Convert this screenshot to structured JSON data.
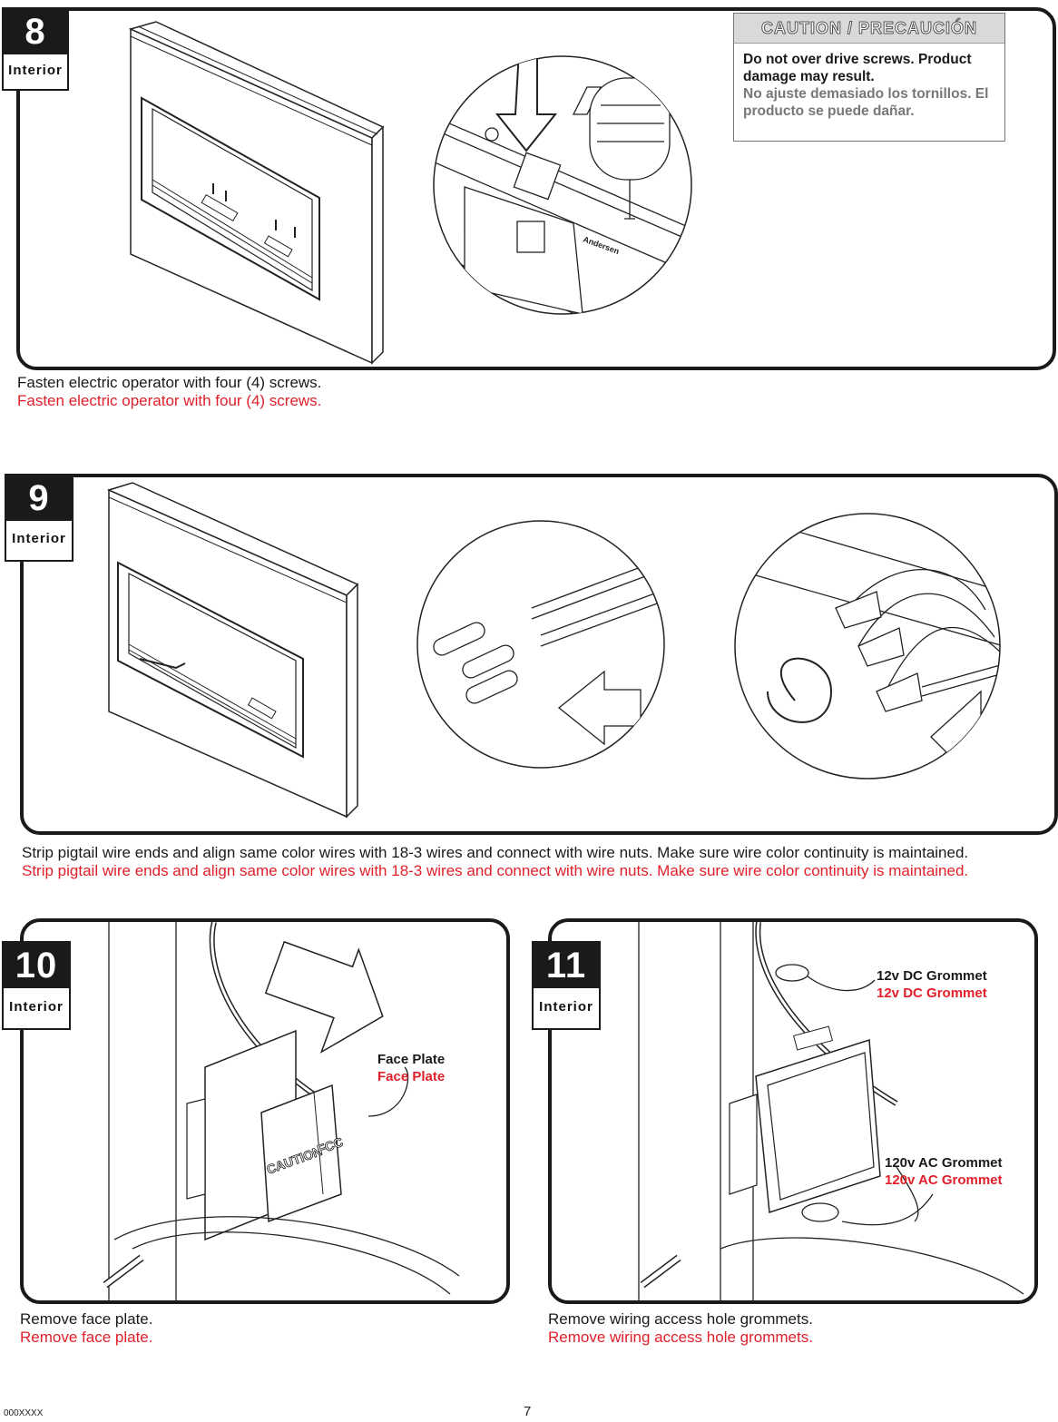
{
  "steps": [
    {
      "number": "8",
      "label": "Interior",
      "caption_en": "Fasten electric operator with four (4) screws.",
      "caption_es": "Fasten electric operator with four (4) screws."
    },
    {
      "number": "9",
      "label": "Interior",
      "caption_en": "Strip pigtail wire ends and align same color wires with 18-3 wires and connect with wire nuts.  Make sure wire color continuity is maintained.",
      "caption_es": "Strip pigtail wire ends and align same color wires with 18-3 wires and connect with wire nuts.  Make sure wire color continuity is maintained."
    },
    {
      "number": "10",
      "label": "Interior",
      "caption_en": "Remove face plate.",
      "caption_es": "Remove face plate.",
      "callout_en": "Face Plate",
      "callout_es": "Face Plate",
      "plate_text_1": "CAUTION",
      "plate_text_2": "FCC"
    },
    {
      "number": "11",
      "label": "Interior",
      "caption_en": "Remove wiring access hole grommets.",
      "caption_es": "Remove wiring access hole grommets.",
      "callout_dc_en": "12v DC Grommet",
      "callout_dc_es": "12v DC Grommet",
      "callout_ac_en": "120v AC Grommet",
      "callout_ac_es": "120v AC Grommet"
    }
  ],
  "caution": {
    "title": "CAUTION / PRECAUCIÓN",
    "text_en": "Do not over drive screws. Product damage may result.",
    "text_es": "No ajuste demasiado los tornillos. El producto se puede dañar."
  },
  "brand_mark": "Andersen",
  "footer": {
    "doc_code": "000XXXX",
    "page_number": "7"
  }
}
